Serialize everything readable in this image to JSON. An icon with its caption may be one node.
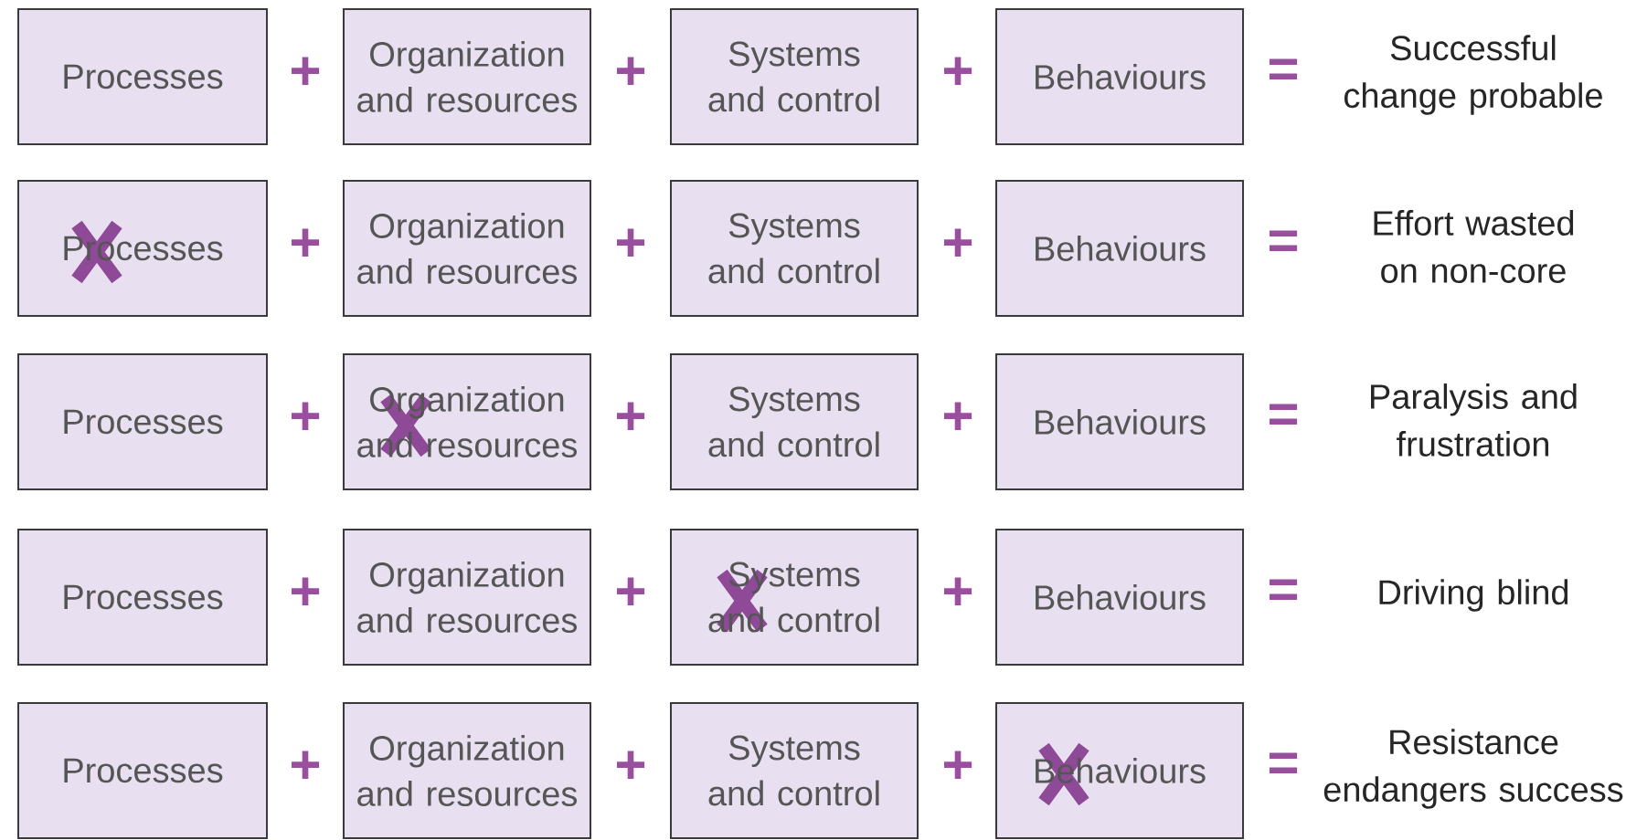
{
  "diagram": {
    "nodes": [
      {
        "text": [
          "Processes"
        ]
      },
      {
        "text": [
          "Organization and resources"
        ]
      },
      {
        "text": [
          "Systems and control"
        ]
      },
      {
        "text": [
          "Behaviours"
        ]
      },
      {
        "text": [
          "Processes"
        ]
      },
      {
        "text": [
          "Organization and resources"
        ]
      },
      {
        "text": [
          "Systems and control"
        ]
      },
      {
        "text": [
          "Behaviours"
        ]
      },
      {
        "text": [
          "Processes"
        ]
      },
      {
        "text": [
          "Organization and resources"
        ]
      },
      {
        "text": [
          "Systems and control"
        ]
      },
      {
        "text": [
          "Behaviours"
        ]
      },
      {
        "text": [
          "Processes"
        ]
      },
      {
        "text": [
          "Organization and resources"
        ]
      },
      {
        "text": [
          "Systems and control"
        ]
      },
      {
        "text": [
          "Behaviours"
        ]
      },
      {
        "text": [
          "Processes"
        ]
      },
      {
        "text": [
          "Organization and resources"
        ]
      },
      {
        "text": [
          "Systems and control"
        ]
      },
      {
        "text": [
          "Behaviours"
        ]
      }
    ],
    "labels": [
      "+",
      "+",
      "+",
      "=",
      "Successful change probable",
      "+",
      "+",
      "+",
      "=",
      "Effort wasted on non-core",
      "+",
      "+",
      "+",
      "=",
      "Paralysis and frustration",
      "+",
      "+",
      "+",
      "=",
      "Driving blind",
      "+",
      "+",
      "+",
      "=",
      "Resistance endangers success"
    ]
  }
}
